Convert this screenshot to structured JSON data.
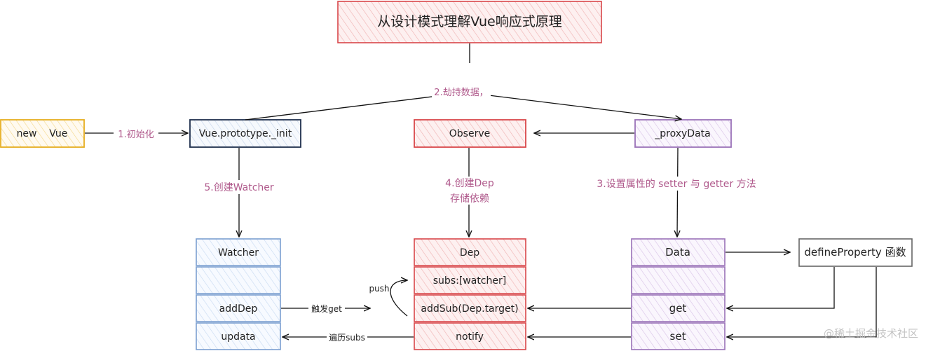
{
  "title": "从设计模式理解Vue响应式原理",
  "nodes": {
    "new_vue": "new    Vue",
    "vue_init": "Vue.prototype._init",
    "observe": "Observe",
    "proxy_data": "_proxyData",
    "define_property": "defineProperty 函数"
  },
  "watcher_box": {
    "header": "Watcher",
    "rows": [
      "",
      "addDep",
      "updata"
    ]
  },
  "dep_box": {
    "header": "Dep",
    "rows": [
      "subs:[watcher]",
      "addSub(Dep.target)",
      "notify"
    ]
  },
  "data_box": {
    "header": "Data",
    "rows": [
      "",
      "get",
      "set"
    ]
  },
  "edge_labels": {
    "init": "1.初始化",
    "hijack": "2.劫持数据，",
    "set_getter_setter": "3.设置属性的 setter 与 getter 方法",
    "create_dep_line1": "4.创建Dep",
    "create_dep_line2": "存储依赖",
    "create_watcher": "5.创建Watcher",
    "trigger_get": "触发get",
    "push": "push",
    "iterate_subs": "遍历subs"
  },
  "watermark": "@稀土掘金技术社区",
  "colors": {
    "yellow_stroke": "#e6ad1e",
    "yellow_fill": "#fbe8b8",
    "navy_stroke": "#1f2f4d",
    "navy_fill": "#dbe6f4",
    "red_stroke": "#d9474a",
    "red_fill": "#f8d3d3",
    "purple_stroke": "#9a72b8",
    "purple_fill": "#e4d5ee",
    "blue_stroke": "#7b9fd0",
    "blue_fill": "#dbe7f6",
    "gray_stroke": "#666666",
    "label_color": "#b05a8c"
  }
}
